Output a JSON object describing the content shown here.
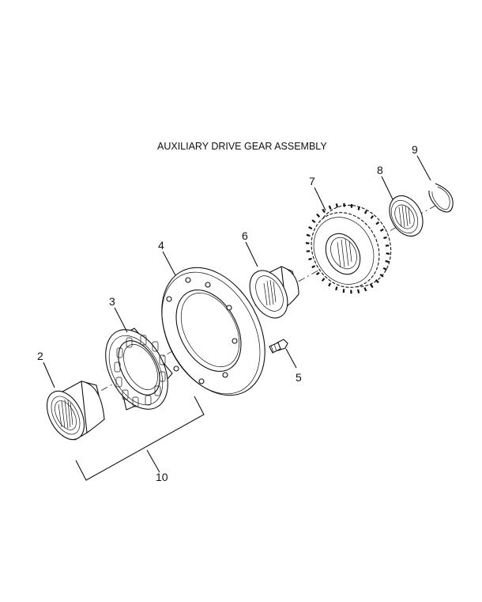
{
  "title": "AUXILIARY DRIVE GEAR ASSEMBLY",
  "callouts": {
    "c2": "2",
    "c3": "3",
    "c4": "4",
    "c5": "5",
    "c6": "6",
    "c7": "7",
    "c8": "8",
    "c9": "9",
    "c10": "10"
  }
}
